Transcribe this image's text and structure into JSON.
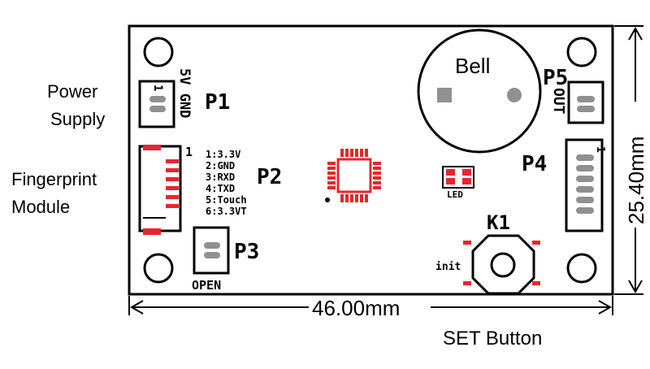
{
  "callouts": {
    "power_line1": "Power",
    "power_line2": "Supply",
    "finger_line1": "Fingerprint",
    "finger_line2": "Module",
    "set_button": "SET Button"
  },
  "board": {
    "p1_name": "P1",
    "p1_pins": "5V GND",
    "p1_pin1": "1",
    "p2_name": "P2",
    "p2_pin1": "1",
    "p2_pins": [
      "1:3.3V",
      "2:GND",
      "3:RXD",
      "4:TXD",
      "5:Touch",
      "6:3.3VT"
    ],
    "p3_name": "P3",
    "p3_label": "OPEN",
    "p4_name": "P4",
    "p4_pin1": "1",
    "p5_name": "P5",
    "p5_label": "OUT",
    "bell": "Bell",
    "led": "LED",
    "k1_name": "K1",
    "k1_label": "init"
  },
  "dimensions": {
    "width": "46.00mm",
    "height": "25.40mm"
  },
  "colors": {
    "pad_red": "#e8262a",
    "outline": "#000000",
    "pad_gray": "#909090"
  }
}
